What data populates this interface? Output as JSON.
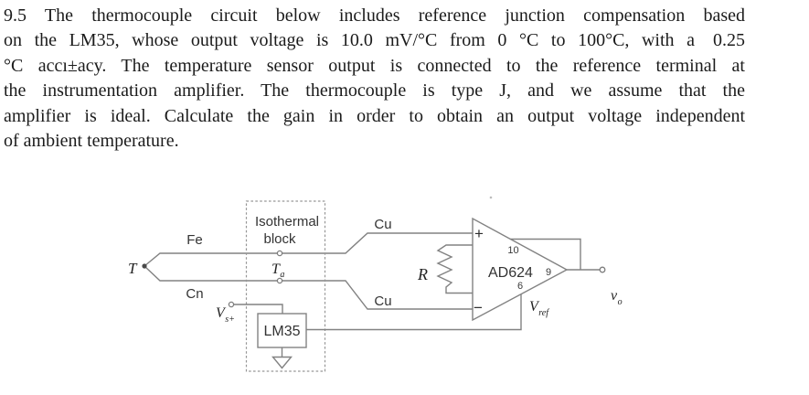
{
  "problem": {
    "lines": [
      "9.5 The thermocouple circuit below includes reference junction compensation based",
      "on the LM35, whose output voltage is 10.0 mV/°C from 0 °C to 100°C, with a 0.25",
      "°C accı±acy. The temperature sensor output is connected to the reference terminal at",
      "the instrumentation amplifier. The thermocouple is type J, and we assume that the",
      "amplifier is ideal. Calculate the gain in order to obtain an output voltage independent",
      "of ambient temperature."
    ]
  },
  "diagram": {
    "thermocouple": {
      "temp_label": "T",
      "wire_top": "Fe",
      "wire_bottom": "Cn"
    },
    "isothermal_block": {
      "title_line1": "Isothermal",
      "title_line2": "block",
      "temp_main": "T",
      "temp_sub": "a"
    },
    "copper": {
      "top": "Cu",
      "bottom": "Cu"
    },
    "resistor": {
      "label": "R"
    },
    "amplifier": {
      "part": "AD624",
      "plus": "+",
      "minus": "−",
      "pin_sense": "10",
      "pin_output": "9",
      "pin_reference": "6",
      "ref_main": "V",
      "ref_sub": "ref"
    },
    "output": {
      "main": "v",
      "sub": "o"
    },
    "sensor": {
      "part": "LM35",
      "supply_main": "V",
      "supply_sub": "s+"
    }
  },
  "colors": {
    "background": "#ffffff",
    "body_text": "#1b1b1b",
    "diagram_line": "#828282",
    "diagram_text": "#333333"
  }
}
